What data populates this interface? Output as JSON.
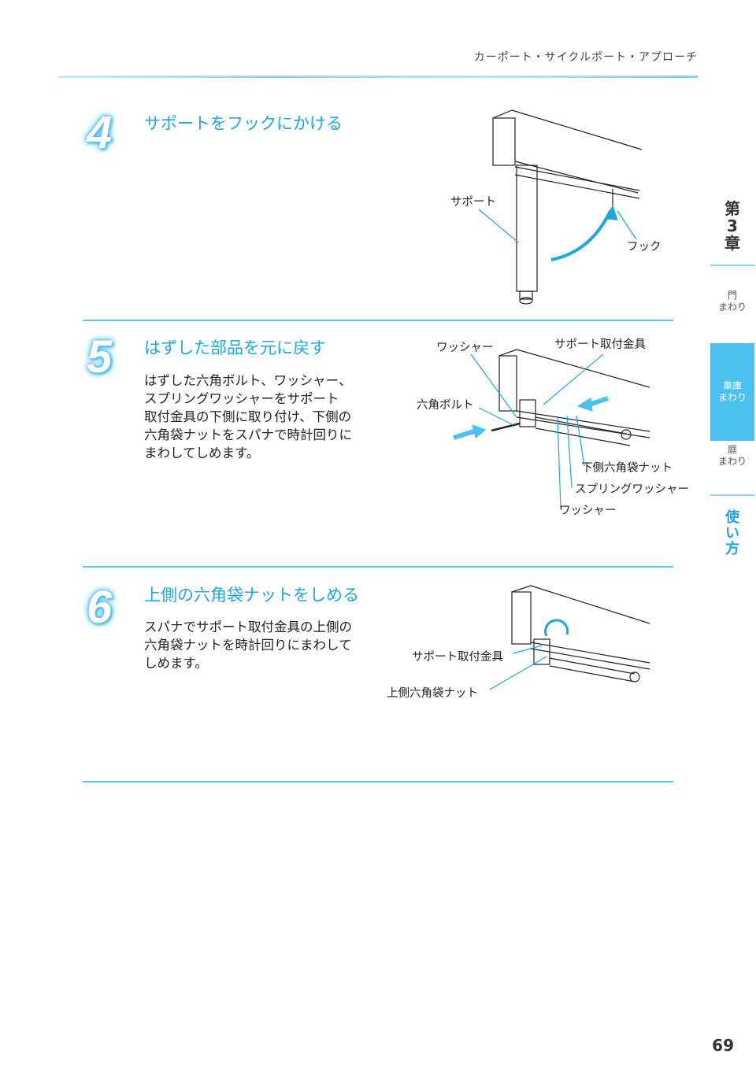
{
  "header": {
    "section": "カーポート・サイクルポート・アプローチ"
  },
  "steps": [
    {
      "number": "4",
      "title": "サポートをフックにかける",
      "labels": [
        "サポート",
        "フック"
      ]
    },
    {
      "number": "5",
      "title": "はずした部品を元に戻す",
      "body": [
        "はずした六角ボルト、ワッシャー、",
        "スプリングワッシャーをサポート",
        "取付金具の下側に取り付け、下側の",
        "六角袋ナットをスパナで時計回りに",
        "まわしてしめます。"
      ],
      "labels": [
        "ワッシャー",
        "サポート取付金具",
        "六角ボルト",
        "下側六角袋ナット",
        "スプリングワッシャー",
        "ワッシャー"
      ]
    },
    {
      "number": "6",
      "title": "上側の六角袋ナットをしめる",
      "body": [
        "スパナでサポート取付金具の上側の",
        "六角袋ナットを時計回りにまわして",
        "しめます。"
      ],
      "labels": [
        "サポート取付金具",
        "上側六角袋ナット"
      ]
    }
  ],
  "side_nav": {
    "chapter": [
      "第",
      "3",
      "章"
    ],
    "tabs": [
      {
        "l1": "門",
        "l2": "まわり"
      },
      {
        "l1": "車庫",
        "l2": "まわり"
      },
      {
        "l1": "庭",
        "l2": "まわり"
      }
    ],
    "usage": [
      "使",
      "い",
      "方"
    ]
  },
  "page_number": "69",
  "colors": {
    "accent": "#1ea7e1",
    "tab_active": "#4cc0ee"
  }
}
